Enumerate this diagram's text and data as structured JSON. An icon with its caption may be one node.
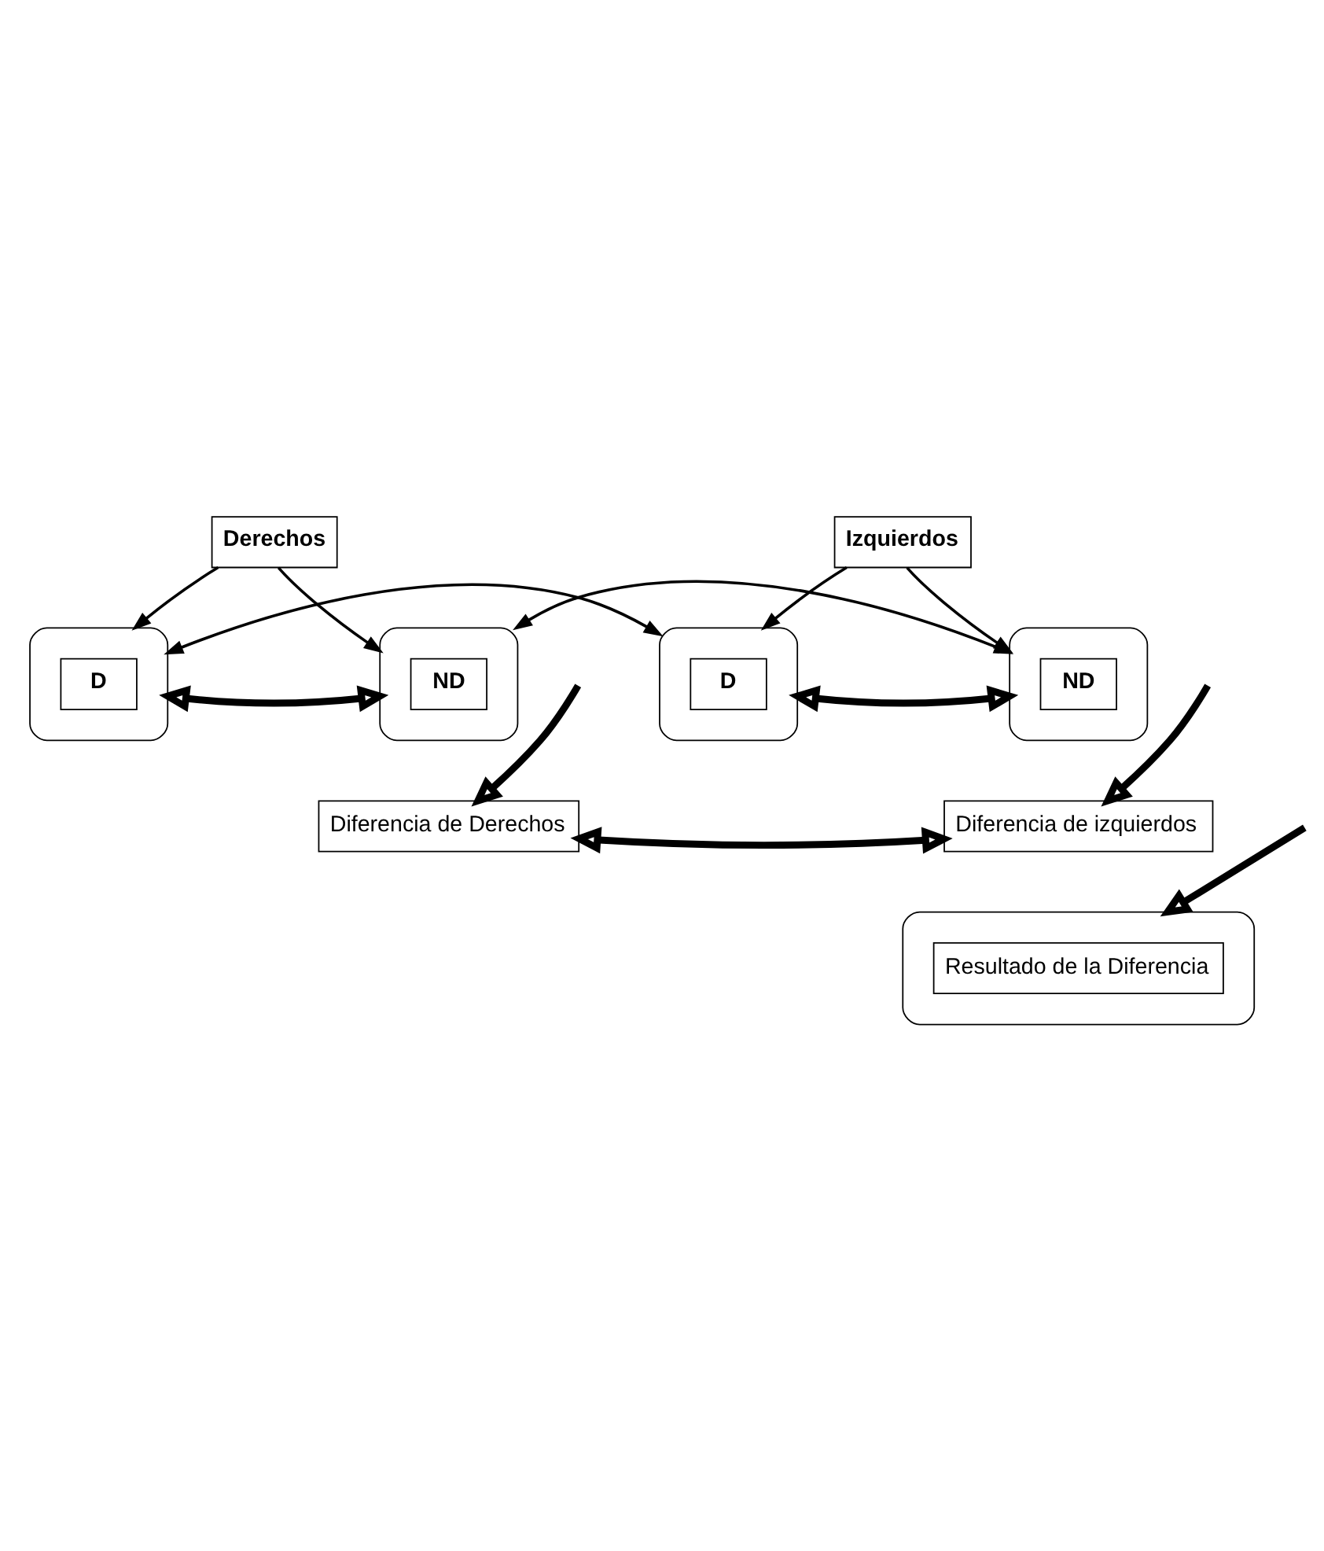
{
  "diagram": {
    "nodes": [
      {
        "text": [
          "Derechos"
        ]
      },
      {
        "text": [
          "Izquierdos"
        ]
      },
      {
        "text": [],
        "shape": "ellipse"
      },
      {
        "text": [
          "D"
        ],
        "in": 2
      },
      {
        "text": [],
        "shape": "ellipse"
      },
      {
        "text": [
          "ND"
        ],
        "in": 4
      },
      {
        "text": [],
        "shape": "ellipse"
      },
      {
        "text": [
          "D"
        ],
        "in": 6
      },
      {
        "text": [],
        "shape": "ellipse"
      },
      {
        "text": [
          "ND"
        ],
        "in": 8
      },
      {
        "text": [
          "Diferencia de Derechos"
        ]
      },
      {
        "text": [
          "Diferencia de izquierdos"
        ]
      },
      {
        "text": [],
        "shape": "ellipse"
      },
      {
        "text": [
          "Resultado de la Diferencia"
        ],
        "in": 12
      }
    ],
    "edges": [
      {
        "from": 0,
        "to": 2,
        "arrow": "to"
      },
      {
        "from": 0,
        "to": 4,
        "arrow": "to"
      },
      {
        "from": 1,
        "to": 6,
        "arrow": "to"
      },
      {
        "from": 1,
        "to": 8,
        "arrow": "to"
      },
      {
        "from": 2,
        "to": 4,
        "arrow": "both",
        "style": "thick"
      },
      {
        "from": null,
        "to": 10,
        "arrow": "to",
        "style": "thick"
      },
      {
        "from": 6,
        "to": 8,
        "arrow": "both",
        "style": "thick"
      },
      {
        "from": null,
        "to": 11,
        "arrow": "to",
        "style": "thick"
      },
      {
        "from": 2,
        "to": 6,
        "arrow": "both"
      },
      {
        "from": 4,
        "to": 8,
        "arrow": "both"
      },
      {
        "from": 10,
        "to": 11,
        "arrow": "both",
        "style": "thick"
      },
      {
        "from": null,
        "to": 12,
        "arrow": "to",
        "style": "thick"
      }
    ]
  }
}
